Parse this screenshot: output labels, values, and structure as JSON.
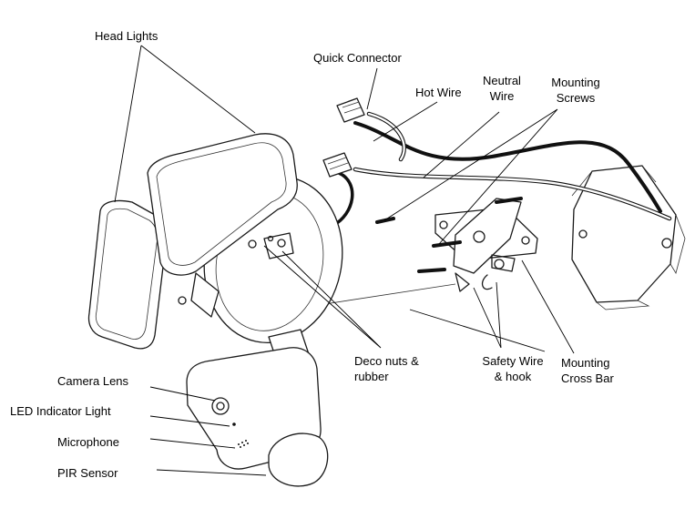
{
  "labels": {
    "head_lights": "Head Lights",
    "quick_connector": "Quick Connector",
    "hot_wire": "Hot Wire",
    "neutral_wire_1": "Neutral",
    "neutral_wire_2": "Wire",
    "mounting_screws_1": "Mounting",
    "mounting_screws_2": "Screws",
    "deco_nuts_1": "Deco nuts &",
    "deco_nuts_2": "rubber",
    "safety_wire_1": "Safety Wire",
    "safety_wire_2": "& hook",
    "mounting_cross_bar_1": "Mounting",
    "mounting_cross_bar_2": "Cross Bar",
    "camera_lens": "Camera Lens",
    "led_indicator": "LED Indicator Light",
    "microphone": "Microphone",
    "pir_sensor": "PIR Sensor"
  },
  "colors": {
    "line": "#1a1a1a",
    "background": "#ffffff",
    "wire_black": "#111111",
    "wire_white": "#ffffff"
  }
}
